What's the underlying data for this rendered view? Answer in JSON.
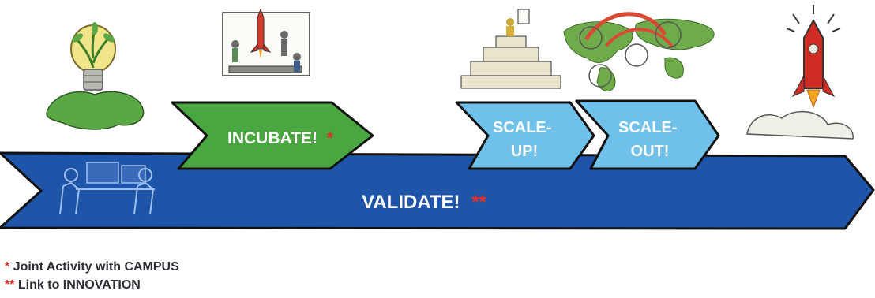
{
  "stages": {
    "validate": {
      "label": "VALIDATE!",
      "marker": "**"
    },
    "incubate": {
      "label": "INCUBATE!",
      "marker": "*"
    },
    "scale_up": {
      "line1": "SCALE-",
      "line2": "UP!"
    },
    "scale_out": {
      "line1": "SCALE-",
      "line2": "OUT!"
    }
  },
  "legend": [
    {
      "marker": "*",
      "text": "Joint Activity with CAMPUS"
    },
    {
      "marker": "**",
      "text": "Link to INNOVATION"
    }
  ],
  "colors": {
    "validate_blue": "#1f55a8",
    "incubate_green": "#4aa640",
    "scale_light_blue": "#6fc1ea",
    "marker_red": "#e0312a",
    "legend_text": "#2d2f36"
  },
  "icons": [
    "lightbulb-plant-europe-icon",
    "team-meeting-rocket-icon",
    "pyramid-presenter-icon",
    "world-map-network-icon",
    "rocket-launch-icon",
    "team-at-computers-icon"
  ]
}
